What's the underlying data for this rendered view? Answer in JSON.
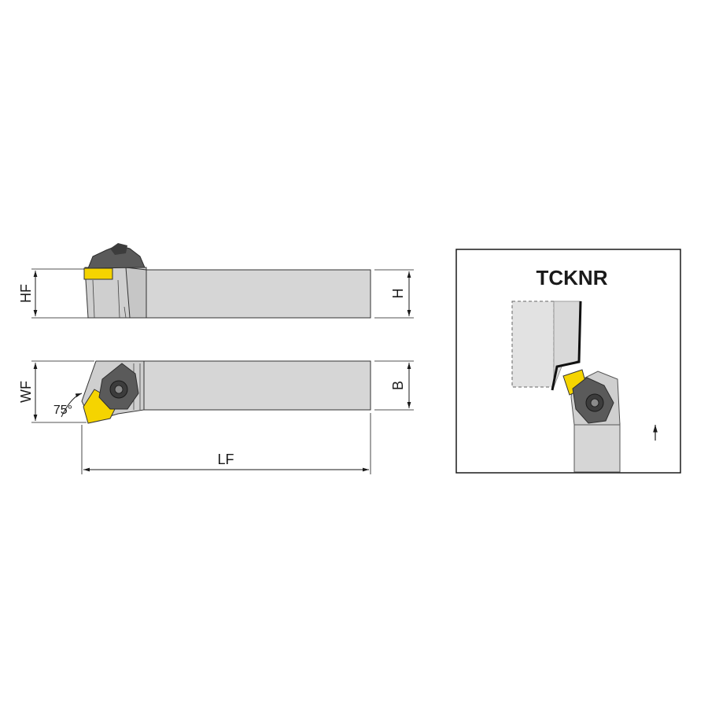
{
  "labels": {
    "hf": "HF",
    "h": "H",
    "wf": "WF",
    "b": "B",
    "angle": "75°",
    "lf": "LF",
    "designation": "TCKNR"
  },
  "colors": {
    "body": "#d6d6d6",
    "body_dark": "#b9b9b9",
    "insert": "#f5d400",
    "clamp": "#5a5a5a",
    "clamp_dark": "#3c3c3c",
    "line": "#1a1a1a",
    "dashed_workpiece": "#e2e2e2"
  },
  "icons": {
    "feed_direction": "arrow-up-icon"
  }
}
